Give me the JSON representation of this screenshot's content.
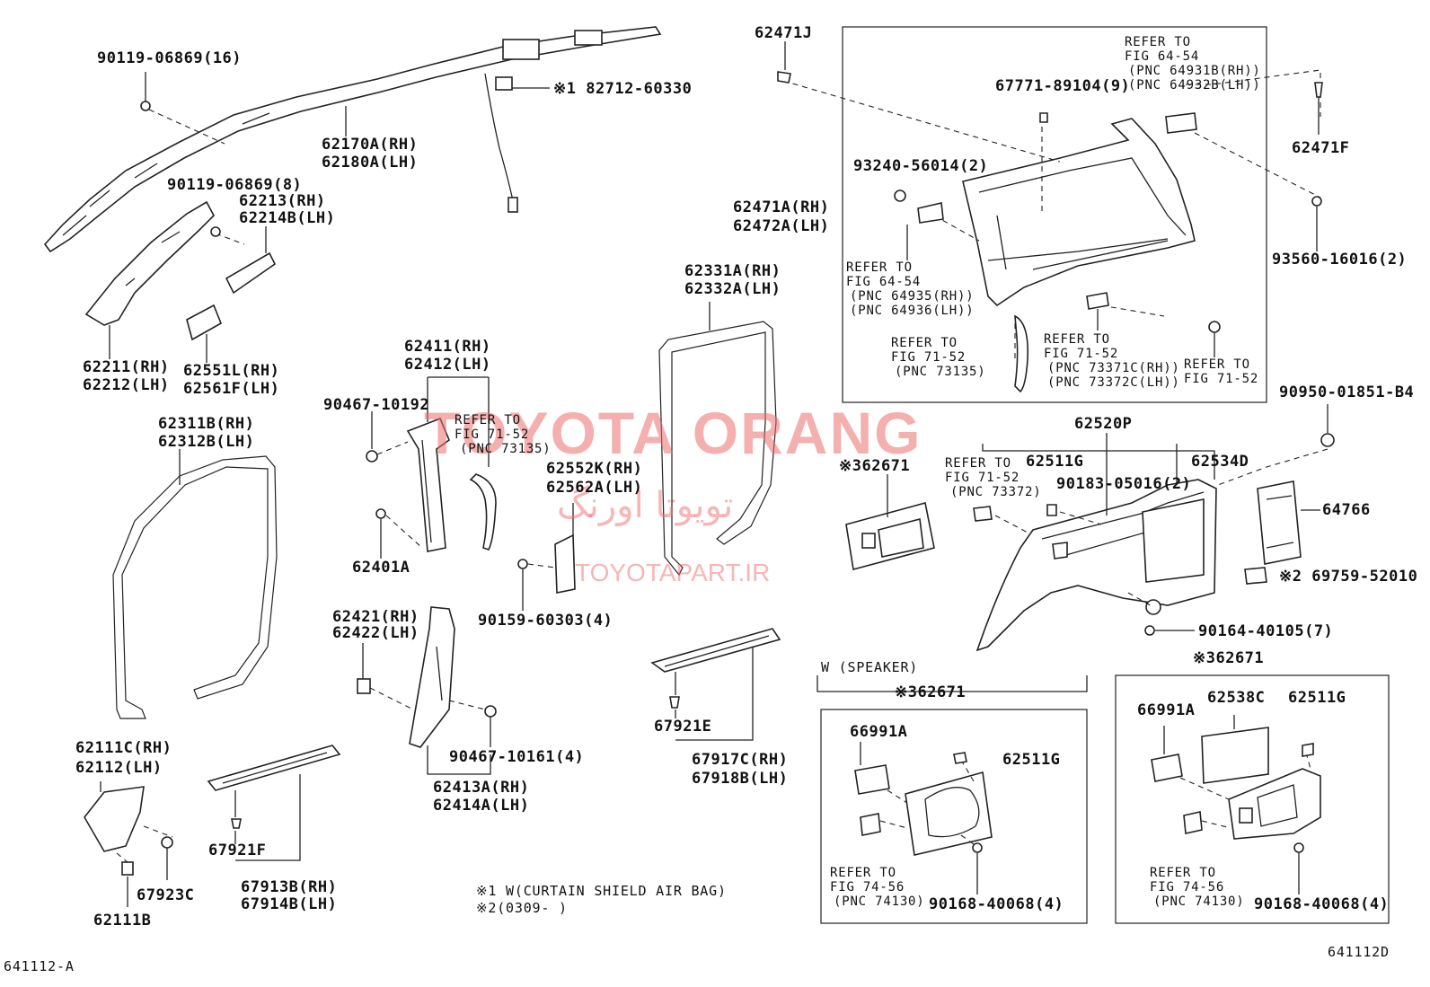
{
  "watermark": {
    "title": "TOYOTA ORANG",
    "farsi": "تویوتا اورنگ",
    "url": "TOYOTAPART.IR"
  },
  "diagram_id_left": "641112-A",
  "diagram_id_right": "641112D",
  "notes": {
    "note1": "※1 W(CURTAIN SHIELD AIR BAG)",
    "note2": "※2(0309-      )"
  },
  "inset_labels": {
    "speaker": "W (SPEAKER)",
    "inset_right_header": "※362671"
  },
  "labels": {
    "l01": "90119-06869(16)",
    "l02": "※1 82712-60330",
    "l03a": "62170A(RH)",
    "l03b": "62180A(LH)",
    "l04": "90119-06869(8)",
    "l05a": "62213(RH)",
    "l05b": "62214B(LH)",
    "l06a": "62211(RH)",
    "l06b": "62212(LH)",
    "l07a": "62551L(RH)",
    "l07b": "62561F(LH)",
    "l08a": "62311B(RH)",
    "l08b": "62312B(LH)",
    "l09a": "62411(RH)",
    "l09b": "62412(LH)",
    "l10": "90467-10192",
    "l11": "62401A",
    "l12a": "62552K(RH)",
    "l12b": "62562A(LH)",
    "l13": "90159-60303(4)",
    "l14a": "62421(RH)",
    "l14b": "62422(LH)",
    "l15": "90467-10161(4)",
    "l16a": "62413A(RH)",
    "l16b": "62414A(LH)",
    "l17a": "62111C(RH)",
    "l17b": "62112(LH)",
    "l18": "67923C",
    "l19": "62111B",
    "l20": "67921F",
    "l21a": "67913B(RH)",
    "l21b": "67914B(LH)",
    "l22a": "62331A(RH)",
    "l22b": "62332A(LH)",
    "l23": "67921E",
    "l24a": "67917C(RH)",
    "l24b": "67918B(LH)",
    "l25": "62471J",
    "l26": "67771-89104(9)",
    "l27": "93240-56014(2)",
    "l28a": "62471A(RH)",
    "l28b": "62472A(LH)",
    "l29": "62471F",
    "l30": "93560-16016(2)",
    "l31": "90950-01851-B4",
    "l32": "62520P",
    "l33": "62511G",
    "l34": "62534D",
    "l35": "90183-05016(2)",
    "l36": "※362671",
    "l37": "64766",
    "l38": "※2 69759-52010",
    "l39": "90164-40105(7)",
    "l40": "※362671",
    "l41": "66991A",
    "l42": "62511G",
    "l43": "90168-40068(4)",
    "l44": "66991A",
    "l45": "62538C",
    "l46": "62511G",
    "l47": "90168-40068(4)"
  },
  "refs": {
    "r1a": "REFER TO",
    "r1b": "FIG 64-54",
    "r1c": "(PNC 64931B(RH))",
    "r1d": "(PNC 64932B(LH))",
    "r2a": "REFER TO",
    "r2b": "FIG 64-54",
    "r2c": "(PNC 64935(RH))",
    "r2d": "(PNC 64936(LH))",
    "r3a": "REFER TO",
    "r3b": "FIG 71-52",
    "r3c": "(PNC 73135)",
    "r4a": "REFER TO",
    "r4b": "FIG 71-52",
    "r4c": "(PNC 73371C(RH))",
    "r4d": "(PNC 73372C(LH))",
    "r5a": "REFER TO",
    "r5b": "FIG 71-52",
    "r6a": "REFER TO",
    "r6b": "FIG 71-52",
    "r6c": "(PNC 73135)",
    "r7a": "REFER TO",
    "r7b": "FIG 71-52",
    "r7c": "(PNC 73372)",
    "r8a": "REFER TO",
    "r8b": "FIG 74-56",
    "r8c": "(PNC 74130)",
    "r9a": "REFER TO",
    "r9b": "FIG 74-56",
    "r9c": "(PNC 74130)"
  }
}
